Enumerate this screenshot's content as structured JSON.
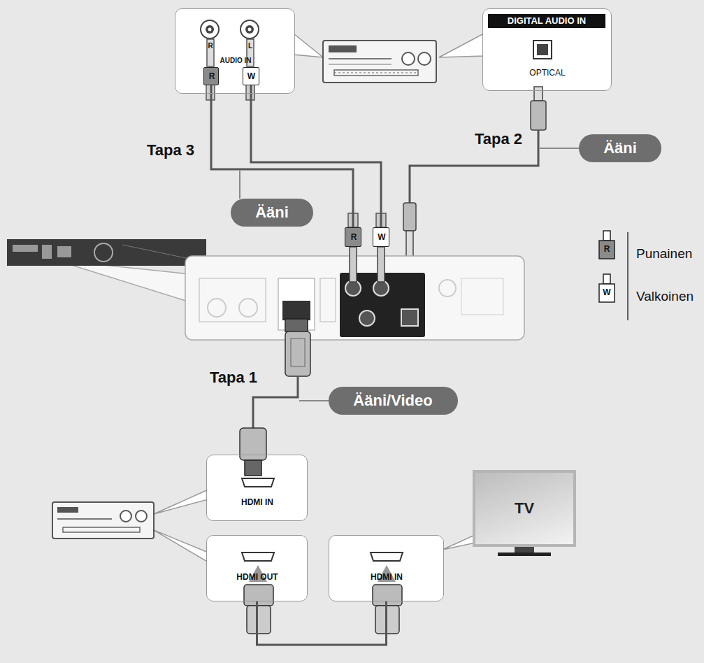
{
  "diagram": {
    "nodes": [
      {
        "text": [
          "R",
          "L",
          "AUDIO IN"
        ]
      },
      {
        "text": [
          "R"
        ],
        "in": 0
      },
      {
        "text": [
          "W"
        ],
        "in": 0
      },
      {
        "text": [
          "DIGITAL AUDIO IN",
          "OPTICAL"
        ]
      },
      {
        "text": [
          "Ääni"
        ]
      },
      {
        "text": [
          "Ääni"
        ]
      },
      {
        "text": [
          "R"
        ]
      },
      {
        "text": [
          "W"
        ]
      },
      {
        "text": [
          "Ääni/Video"
        ]
      },
      {
        "text": [
          "HDMI IN"
        ]
      },
      {
        "text": [
          "HDMI OUT"
        ]
      },
      {
        "text": [
          "HDMI IN"
        ]
      },
      {
        "text": [
          "TV"
        ]
      }
    ],
    "edges": [
      {
        "from": 1,
        "to": 6,
        "arrow": "none"
      },
      {
        "from": 2,
        "to": 7,
        "arrow": "none"
      },
      {
        "from": 10,
        "to": 11,
        "arrow": "none"
      }
    ],
    "labels": [
      "Tapa 3",
      "Tapa 2",
      "Tapa 1",
      "R",
      "W"
    ],
    "legend": [
      {
        "text": "Punainen"
      },
      {
        "text": "Valkoinen"
      }
    ]
  }
}
